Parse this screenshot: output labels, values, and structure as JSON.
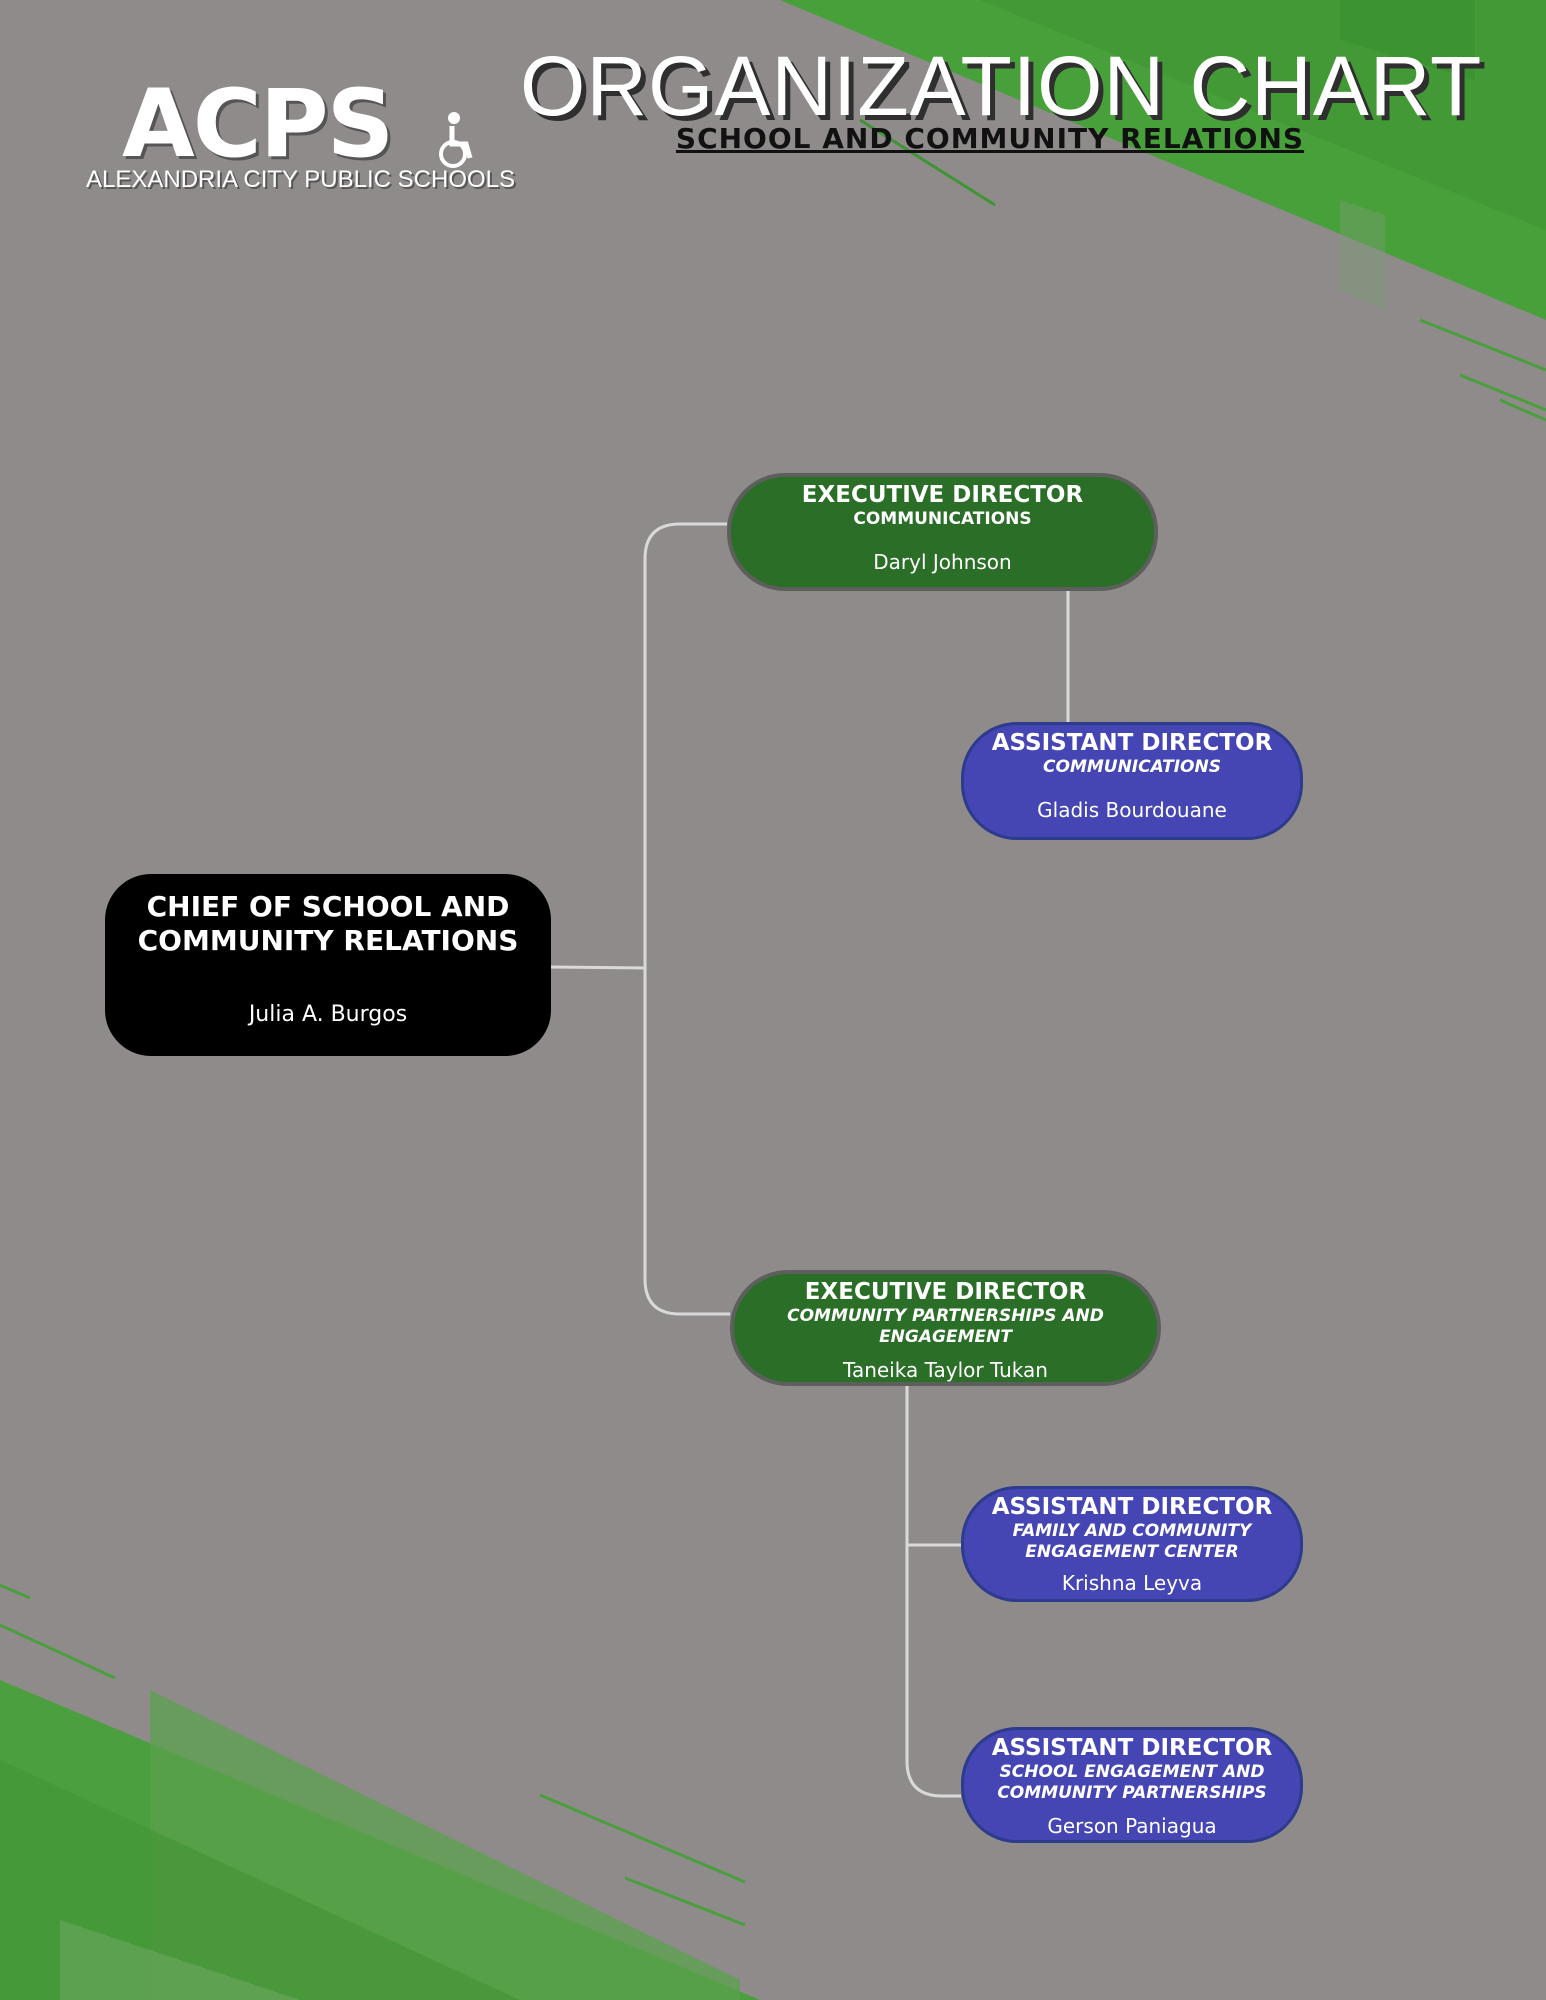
{
  "header": {
    "logo_mark": "ACPS",
    "logo_sub": "ALEXANDRIA CITY PUBLIC SCHOOLS",
    "title": "ORGANIZATION CHART",
    "subtitle": "SCHOOL AND COMMUNITY RELATIONS"
  },
  "colors": {
    "background": "#8e8b8a",
    "accent_green": "#4a9e3c",
    "chief_box": "#000000",
    "executive_box": "#2a6e27",
    "assistant_box": "#4546b3",
    "connector": "#d9d9d9"
  },
  "org": {
    "chief": {
      "role": "CHIEF OF SCHOOL AND COMMUNITY RELATIONS",
      "person": "Julia A. Burgos"
    },
    "exec_communications": {
      "role": "EXECUTIVE DIRECTOR",
      "dept": "COMMUNICATIONS",
      "person": "Daryl Johnson"
    },
    "asst_communications": {
      "role": "ASSISTANT DIRECTOR",
      "dept": "COMMUNICATIONS",
      "person": "Gladis Bourdouane"
    },
    "exec_partnerships": {
      "role": "EXECUTIVE DIRECTOR",
      "dept": "COMMUNITY PARTNERSHIPS AND ENGAGEMENT",
      "person": "Taneika Taylor Tukan"
    },
    "asst_family_center": {
      "role": "ASSISTANT DIRECTOR",
      "dept": "FAMILY AND COMMUNITY ENGAGEMENT CENTER",
      "person": "Krishna Leyva"
    },
    "asst_school_engagement": {
      "role": "ASSISTANT DIRECTOR",
      "dept": "SCHOOL ENGAGEMENT AND COMMUNITY PARTNERSHIPS",
      "person": "Gerson Paniagua"
    }
  }
}
